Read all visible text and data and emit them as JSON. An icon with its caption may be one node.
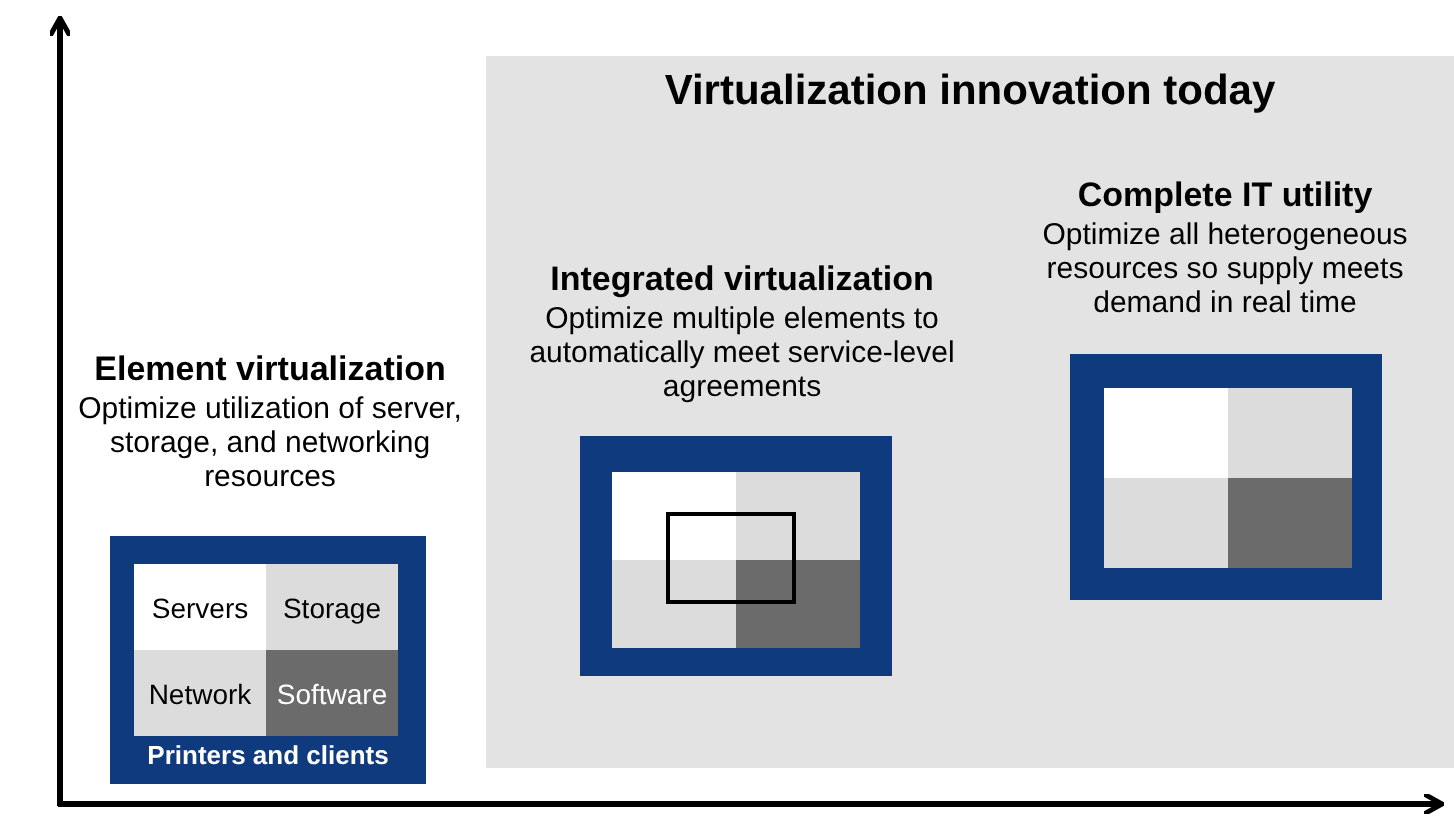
{
  "diagram": {
    "nodes": [
      {
        "text": [
          "Virtualization innovation today"
        ]
      },
      {
        "text": [
          "Element virtualization",
          "Optimize utilization of server, storage, and networking resources",
          "Printers and clients"
        ]
      },
      {
        "text": [
          "Servers"
        ],
        "in": 1
      },
      {
        "text": [
          "Storage"
        ],
        "in": 1
      },
      {
        "text": [
          "Network"
        ],
        "in": 1
      },
      {
        "text": [
          "Software"
        ],
        "in": 1
      },
      {
        "text": [
          "Integrated virtualization",
          "Optimize multiple elements to automatically meet service-level agreements"
        ],
        "in": 0
      },
      {
        "text": [],
        "shape": "box",
        "in": 6
      },
      {
        "text": [],
        "shape": "box",
        "in": 6
      },
      {
        "text": [],
        "shape": "box",
        "in": 6
      },
      {
        "text": [],
        "shape": "box",
        "in": 6
      },
      {
        "text": [],
        "shape": "box",
        "in": 6
      },
      {
        "text": [
          "Complete IT utility",
          "Optimize all heterogeneous resources so supply meets demand in real time"
        ],
        "in": 0
      },
      {
        "text": [],
        "shape": "box",
        "in": 12
      },
      {
        "text": [],
        "shape": "box",
        "in": 12
      },
      {
        "text": [],
        "shape": "box",
        "in": 12
      },
      {
        "text": [],
        "shape": "box",
        "in": 12
      }
    ]
  }
}
